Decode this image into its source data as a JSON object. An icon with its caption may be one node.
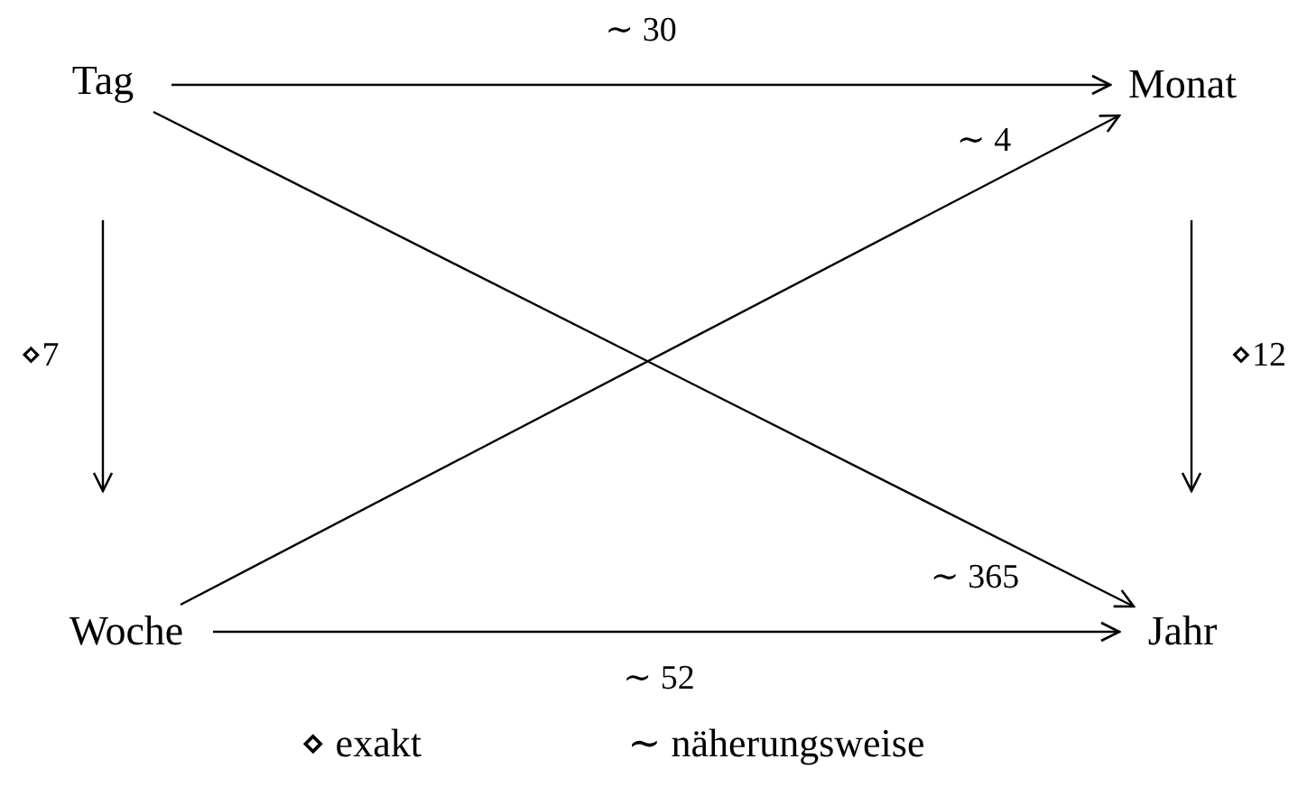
{
  "diagram": {
    "nodes": [
      {
        "text": [
          "Tag"
        ]
      },
      {
        "text": [
          "Monat"
        ]
      },
      {
        "text": [
          "Woche"
        ]
      },
      {
        "text": [
          "Jahr"
        ]
      }
    ],
    "edges": [
      {
        "from": 0,
        "to": 1,
        "arrow": "to",
        "label": "∼ 30"
      },
      {
        "from": 0,
        "to": 2,
        "arrow": "to",
        "label": "⋄7"
      },
      {
        "from": 1,
        "to": 3,
        "arrow": "to",
        "label": "⋄12"
      },
      {
        "from": 2,
        "to": 3,
        "arrow": "to",
        "label": "∼ 52"
      },
      {
        "from": 2,
        "to": 1,
        "arrow": "to",
        "label": "∼ 4"
      },
      {
        "from": 0,
        "to": 3,
        "arrow": "to",
        "label": "∼ 365"
      }
    ],
    "labels": [
      "⋄ exakt",
      "∼ näherungsweise"
    ]
  }
}
